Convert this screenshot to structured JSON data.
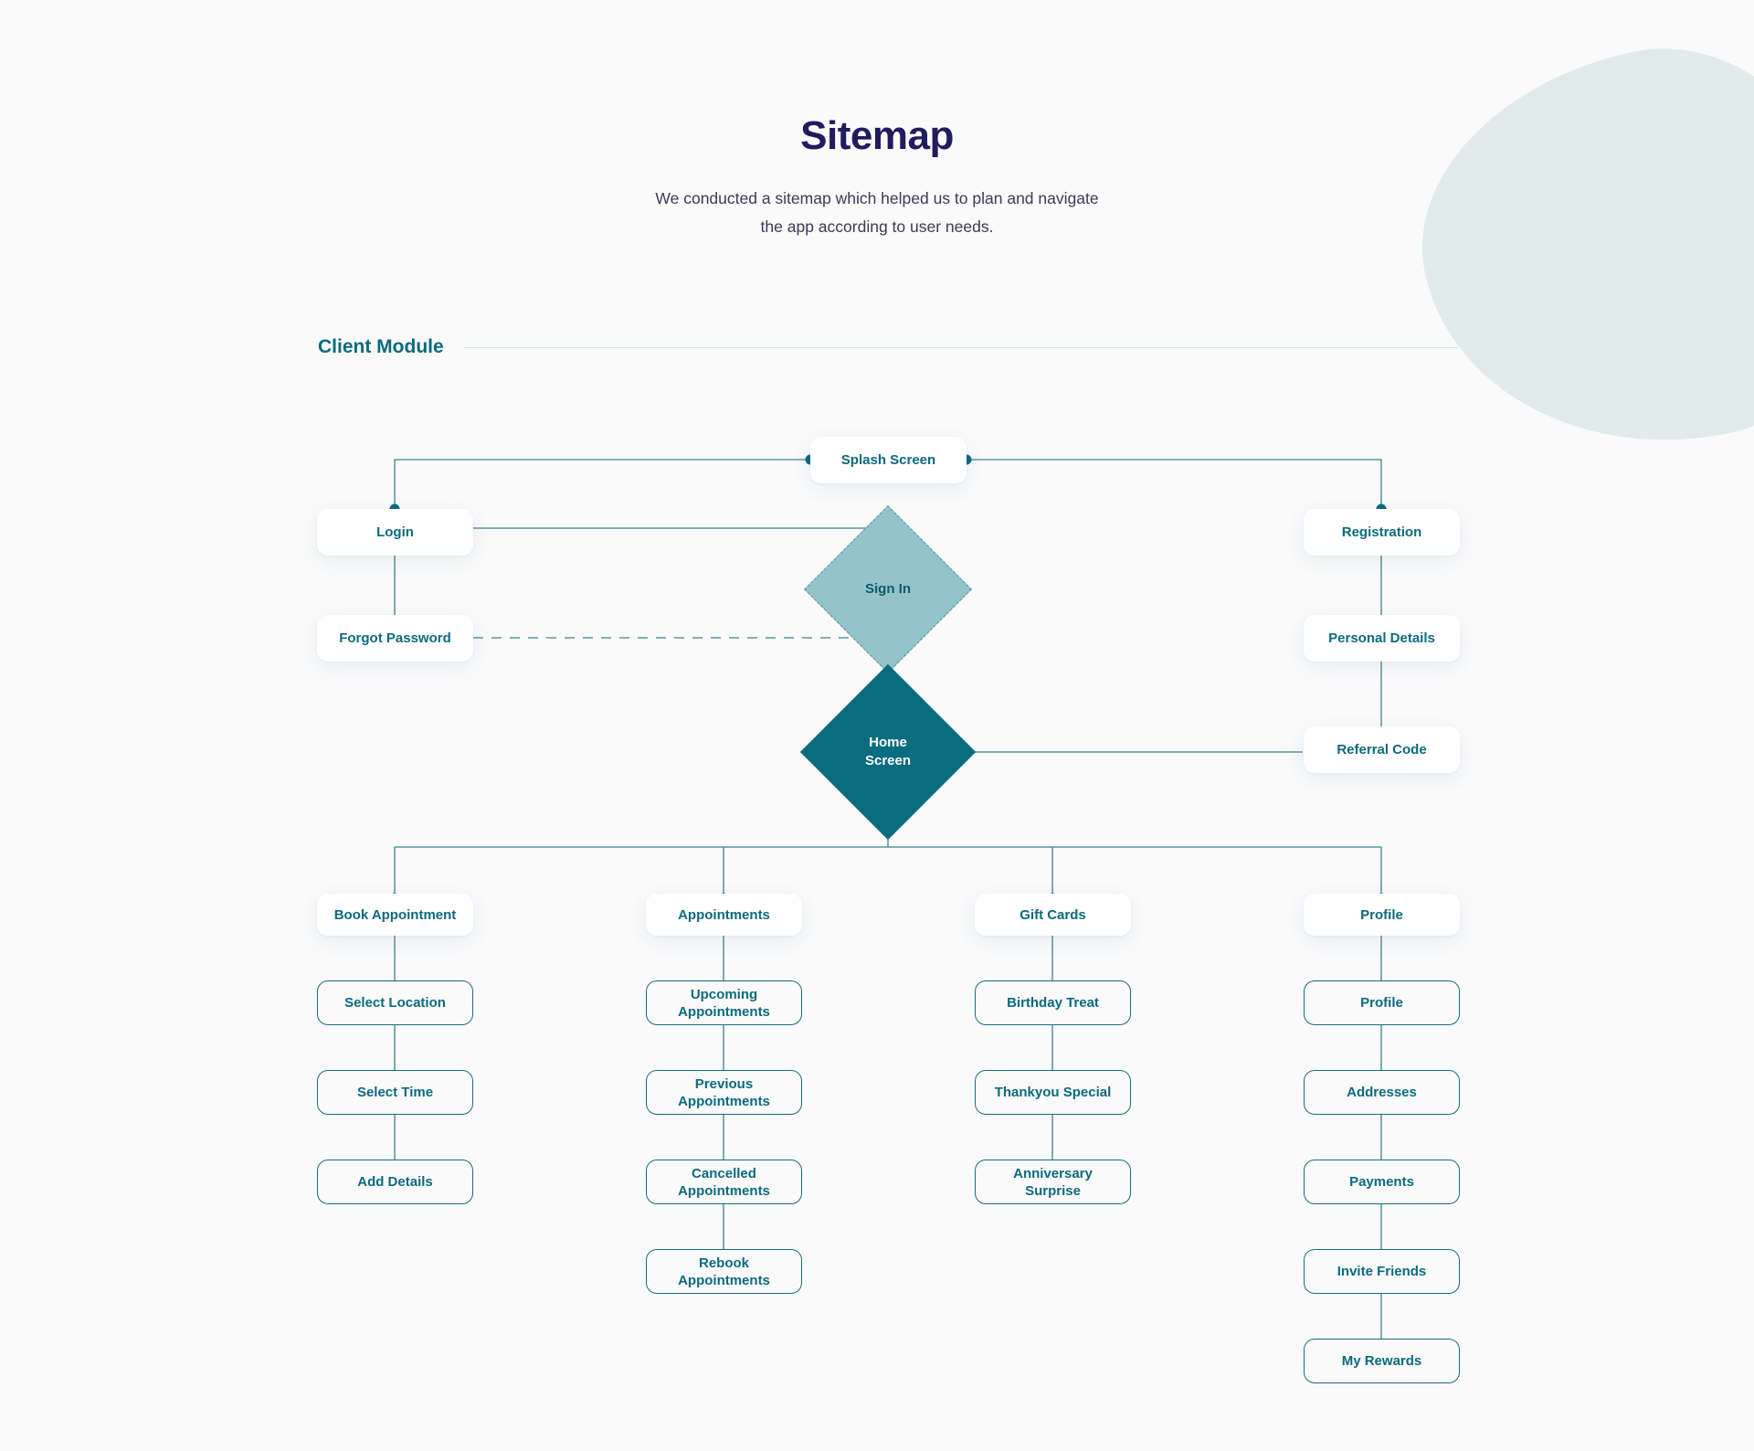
{
  "page": {
    "title": "Sitemap",
    "subtitle_line1": "We conducted a sitemap which helped us to plan and navigate",
    "subtitle_line2": "the app according to user needs.",
    "background_color": "#FAFAFB",
    "title_color": "#231B5E",
    "accent_color": "#0C6A7D"
  },
  "module": {
    "heading": "Client Module"
  },
  "colors": {
    "node_text": "#0C6A7D",
    "card_bg": "#FFFFFF",
    "outline_border": "#1B6C7C",
    "connector": "#3E7F8C",
    "signin_fill": "#95C3CA",
    "home_fill": "#0A6C7F",
    "blob_fill": "#E1EBEC",
    "divider": "#D4E2E5"
  },
  "nodes": {
    "splash": "Splash Screen",
    "login": "Login",
    "forgot_password": "Forgot Password",
    "registration": "Registration",
    "personal_details": "Personal Details",
    "referral_code": "Referral Code",
    "sign_in": "Sign In",
    "home_screen_line1": "Home",
    "home_screen_line2": "Screen"
  },
  "columns": [
    {
      "head": "Book Appointment",
      "children": [
        "Select Location",
        "Select Time",
        "Add Details"
      ]
    },
    {
      "head": "Appointments",
      "children": [
        "Upcoming\nAppointments",
        "Previous\nAppointments",
        "Cancelled\nAppointments",
        "Rebook\nAppointments"
      ]
    },
    {
      "head": "Gift Cards",
      "children": [
        "Birthday Treat",
        "Thankyou Special",
        "Anniversary\nSurprise"
      ]
    },
    {
      "head": "Profile",
      "children": [
        "Profile",
        "Addresses",
        "Payments",
        "Invite Friends",
        "My Rewards"
      ]
    }
  ]
}
